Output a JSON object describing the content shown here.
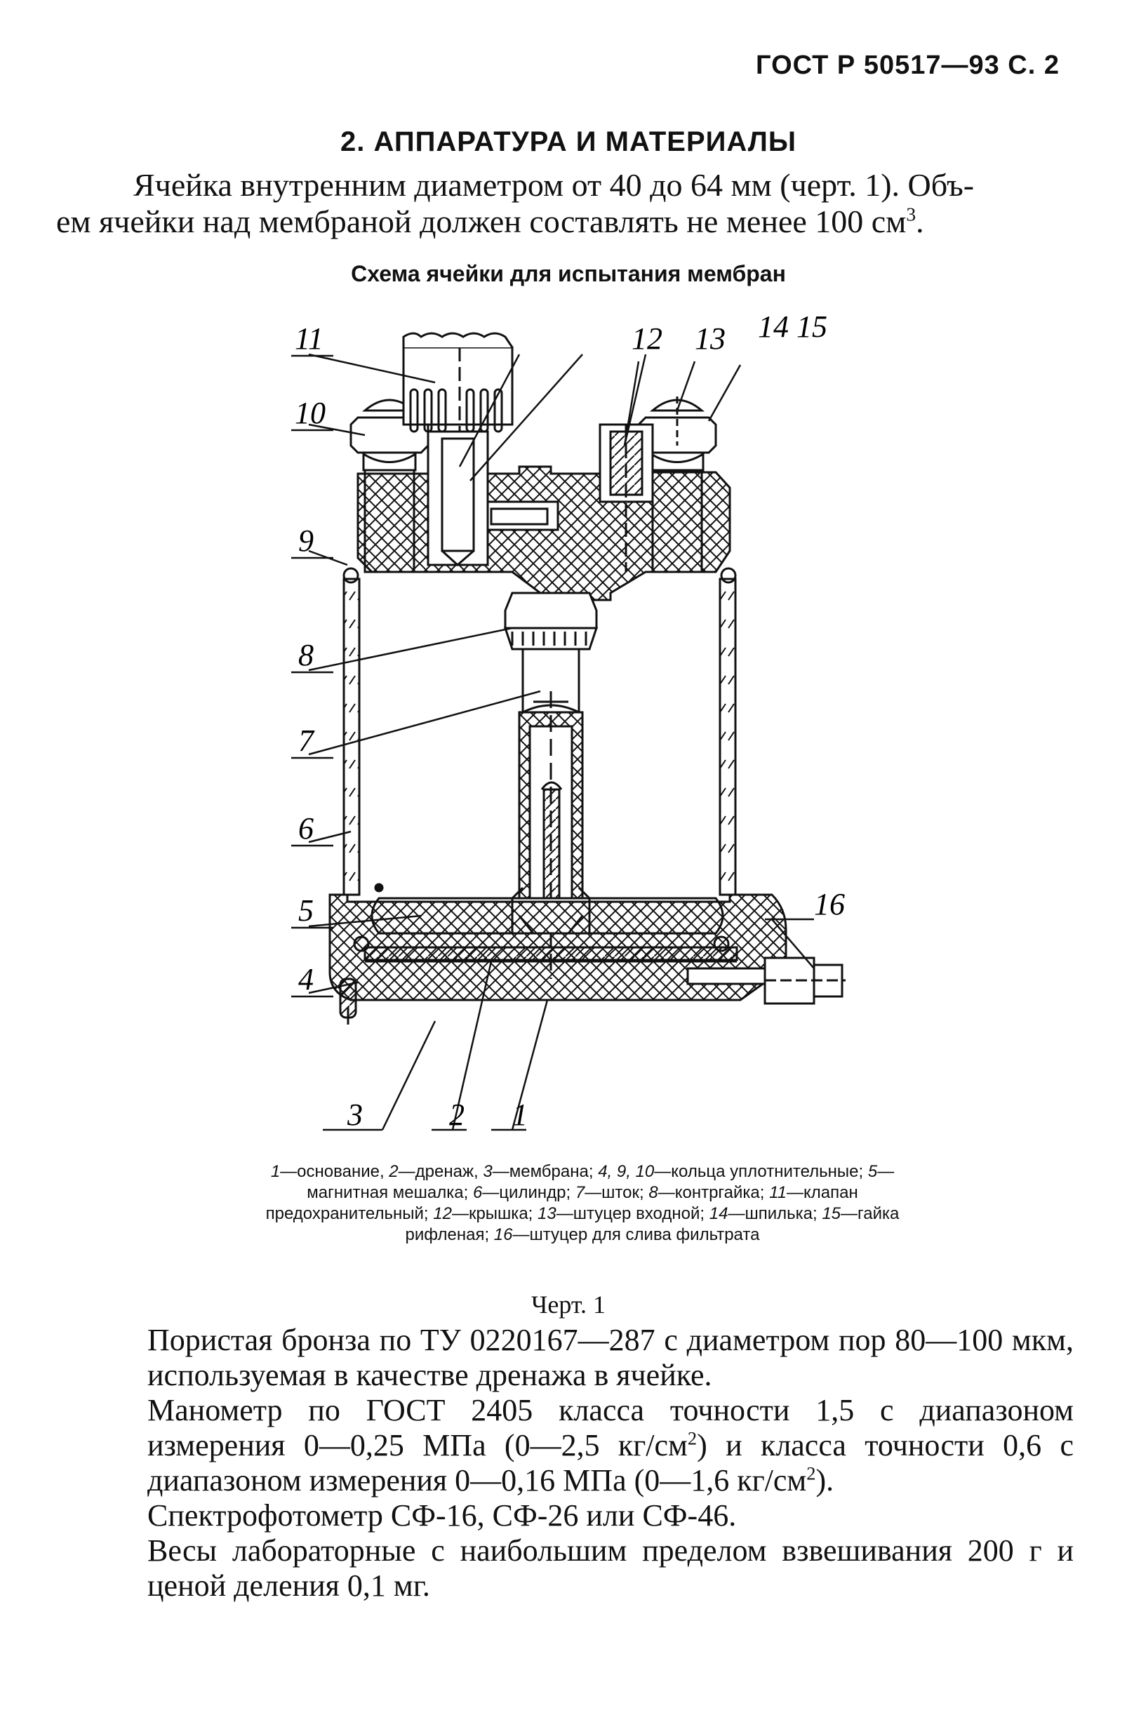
{
  "header": {
    "running_head": "ГОСТ Р 50517—93 С. 2"
  },
  "section": {
    "title": "2. АППАРАТУРА И МАТЕРИАЛЫ"
  },
  "intro": {
    "line1": "Ячейка внутренним диаметром от 40 до 64 мм (черт. 1). Объ-",
    "line2_pre": "ем ячейки над мембраной должен составлять не менее 100 см",
    "line2_sup": "3",
    "line2_post": "."
  },
  "figure": {
    "title": "Схема ячейки для испытания мембран",
    "labels": {
      "l1": "1",
      "l2": "2",
      "l3": "3",
      "l4": "4",
      "l5": "5",
      "l6": "6",
      "l7": "7",
      "l8": "8",
      "l9": "9",
      "l10": "10",
      "l11": "11",
      "l12": "12",
      "l13": "13",
      "l14_15": "14 15",
      "l16": "16"
    },
    "legend": [
      {
        "n": "1",
        "t": "—основание, "
      },
      {
        "n": "2",
        "t": "—дренаж, "
      },
      {
        "n": "3",
        "t": "—мембрана; "
      },
      {
        "n": "4, 9, 10",
        "t": "—кольца уплотнительные; "
      },
      {
        "n": "5",
        "t": "—магнитная мешалка; "
      },
      {
        "n": "6",
        "t": "—цилиндр; "
      },
      {
        "n": "7",
        "t": "—шток; "
      },
      {
        "n": "8",
        "t": "—контргайка; "
      },
      {
        "n": "11",
        "t": "—клапан предохранительный; "
      },
      {
        "n": "12",
        "t": "—крышка; "
      },
      {
        "n": "13",
        "t": "—штуцер входной; "
      },
      {
        "n": "14",
        "t": "—шпилька; "
      },
      {
        "n": "15",
        "t": "—гайка рифленая; "
      },
      {
        "n": "16",
        "t": "—штуцер для слива фильтрата"
      }
    ],
    "caption": "Черт. 1"
  },
  "body": {
    "p1": "Пористая бронза по ТУ 0220167—287 с диаметром пор 80—100 мкм, используемая в качестве дренажа в ячейке.",
    "p2_a": "Манометр по ГОСТ 2405 класса точности 1,5 с диапазоном измерения 0—0,25 МПа (0—2,5 кг/см",
    "p2_sup1": "2",
    "p2_b": ") и класса точности 0,6 с диапазоном измерения 0—0,16 МПа (0—1,6 кг/см",
    "p2_sup2": "2",
    "p2_c": ").",
    "p3": "Спектрофотометр СФ-16, СФ-26 или СФ-46.",
    "p4": "Весы лабораторные с наибольшим пределом взвешивания 200 г и ценой деления 0,1 мг."
  }
}
